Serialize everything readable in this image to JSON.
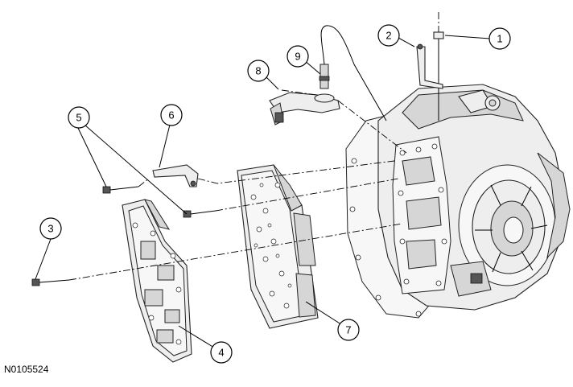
{
  "figure_id": "N0105524",
  "callouts": [
    "1",
    "2",
    "3",
    "4",
    "5",
    "6",
    "7",
    "8",
    "9"
  ]
}
